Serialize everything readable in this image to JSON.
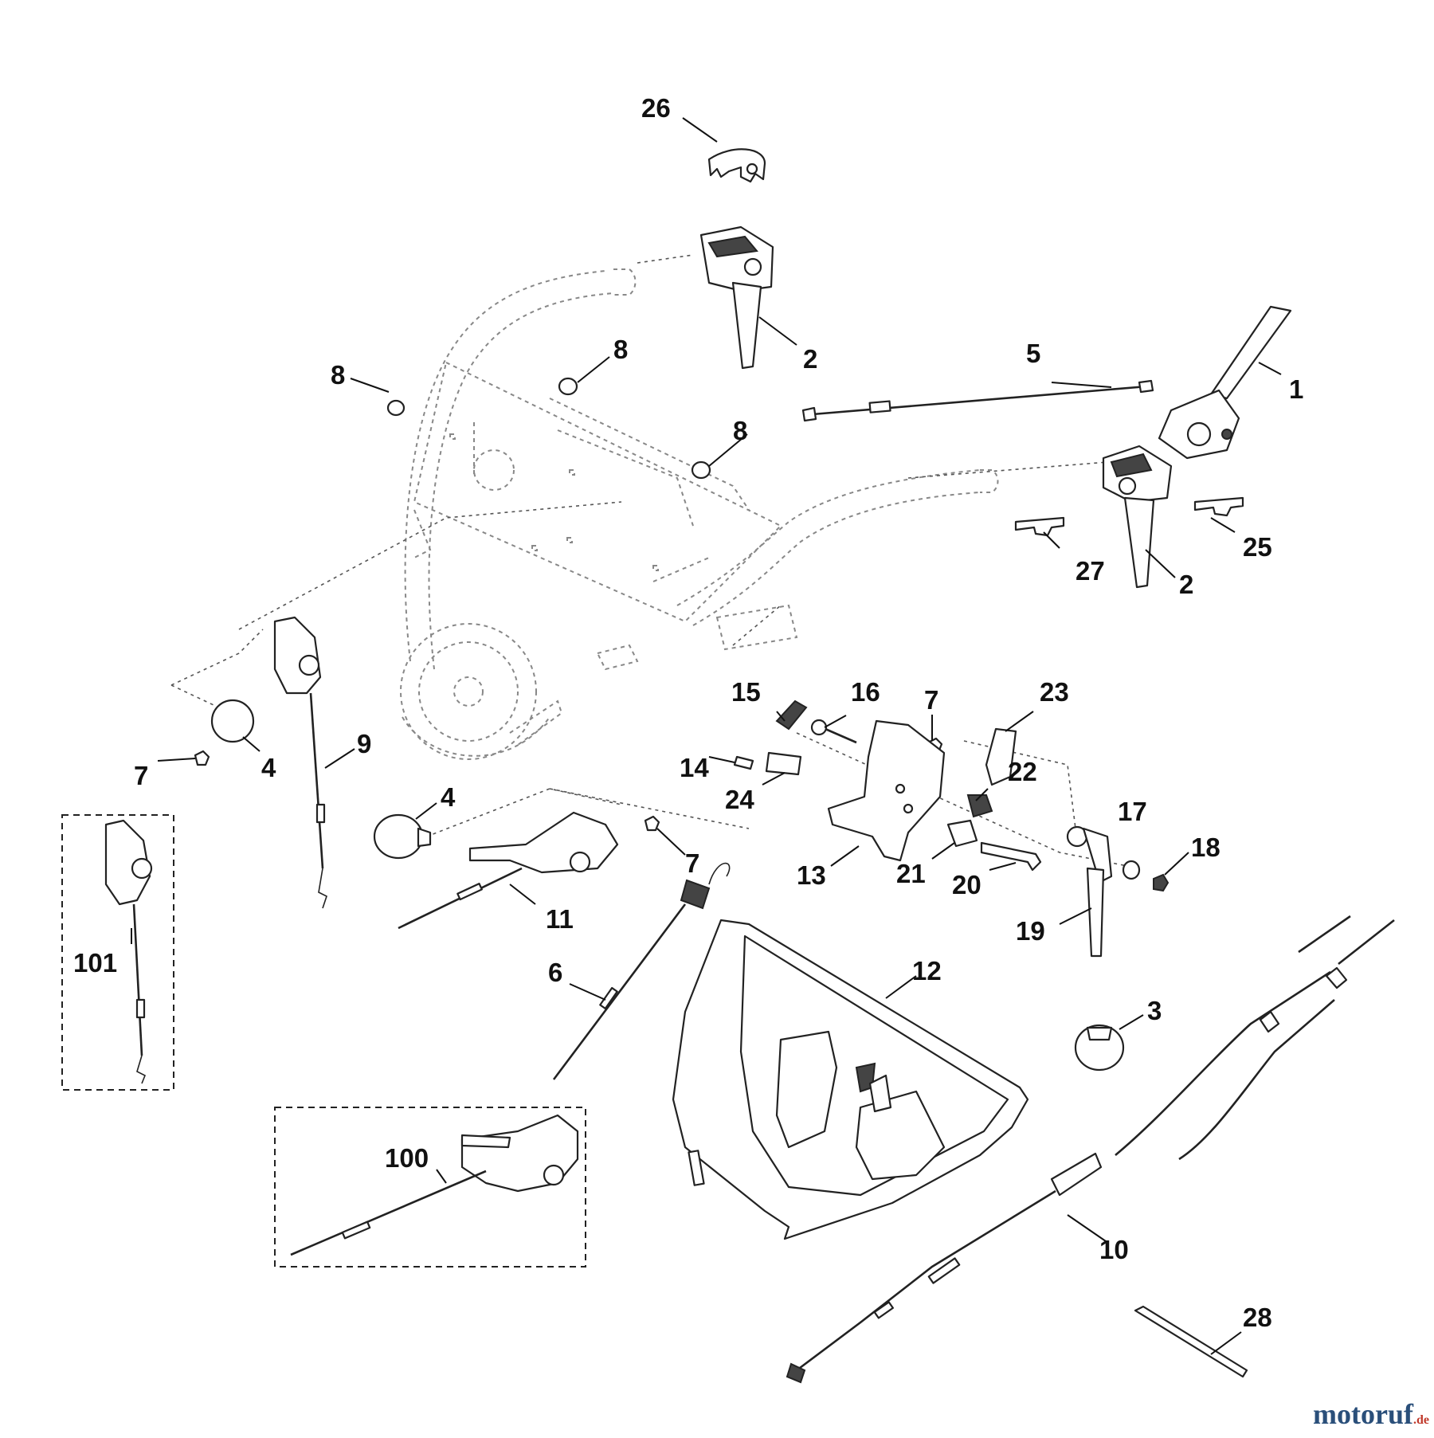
{
  "labels": {
    "p1": "1",
    "p2a": "2",
    "p2b": "2",
    "p3": "3",
    "p4a": "4",
    "p4b": "4",
    "p5": "5",
    "p6": "6",
    "p7a": "7",
    "p7b": "7",
    "p7c": "7",
    "p8a": "8",
    "p8b": "8",
    "p8c": "8",
    "p9": "9",
    "p10": "10",
    "p11": "11",
    "p12": "12",
    "p13": "13",
    "p14": "14",
    "p15": "15",
    "p16": "16",
    "p17": "17",
    "p18": "18",
    "p19": "19",
    "p20": "20",
    "p21": "21",
    "p22": "22",
    "p23": "23",
    "p24": "24",
    "p25": "25",
    "p26": "26",
    "p27": "27",
    "p28": "28",
    "p100": "100",
    "p101": "101"
  },
  "watermark": {
    "name": "motoruf",
    "tld": ".de"
  }
}
